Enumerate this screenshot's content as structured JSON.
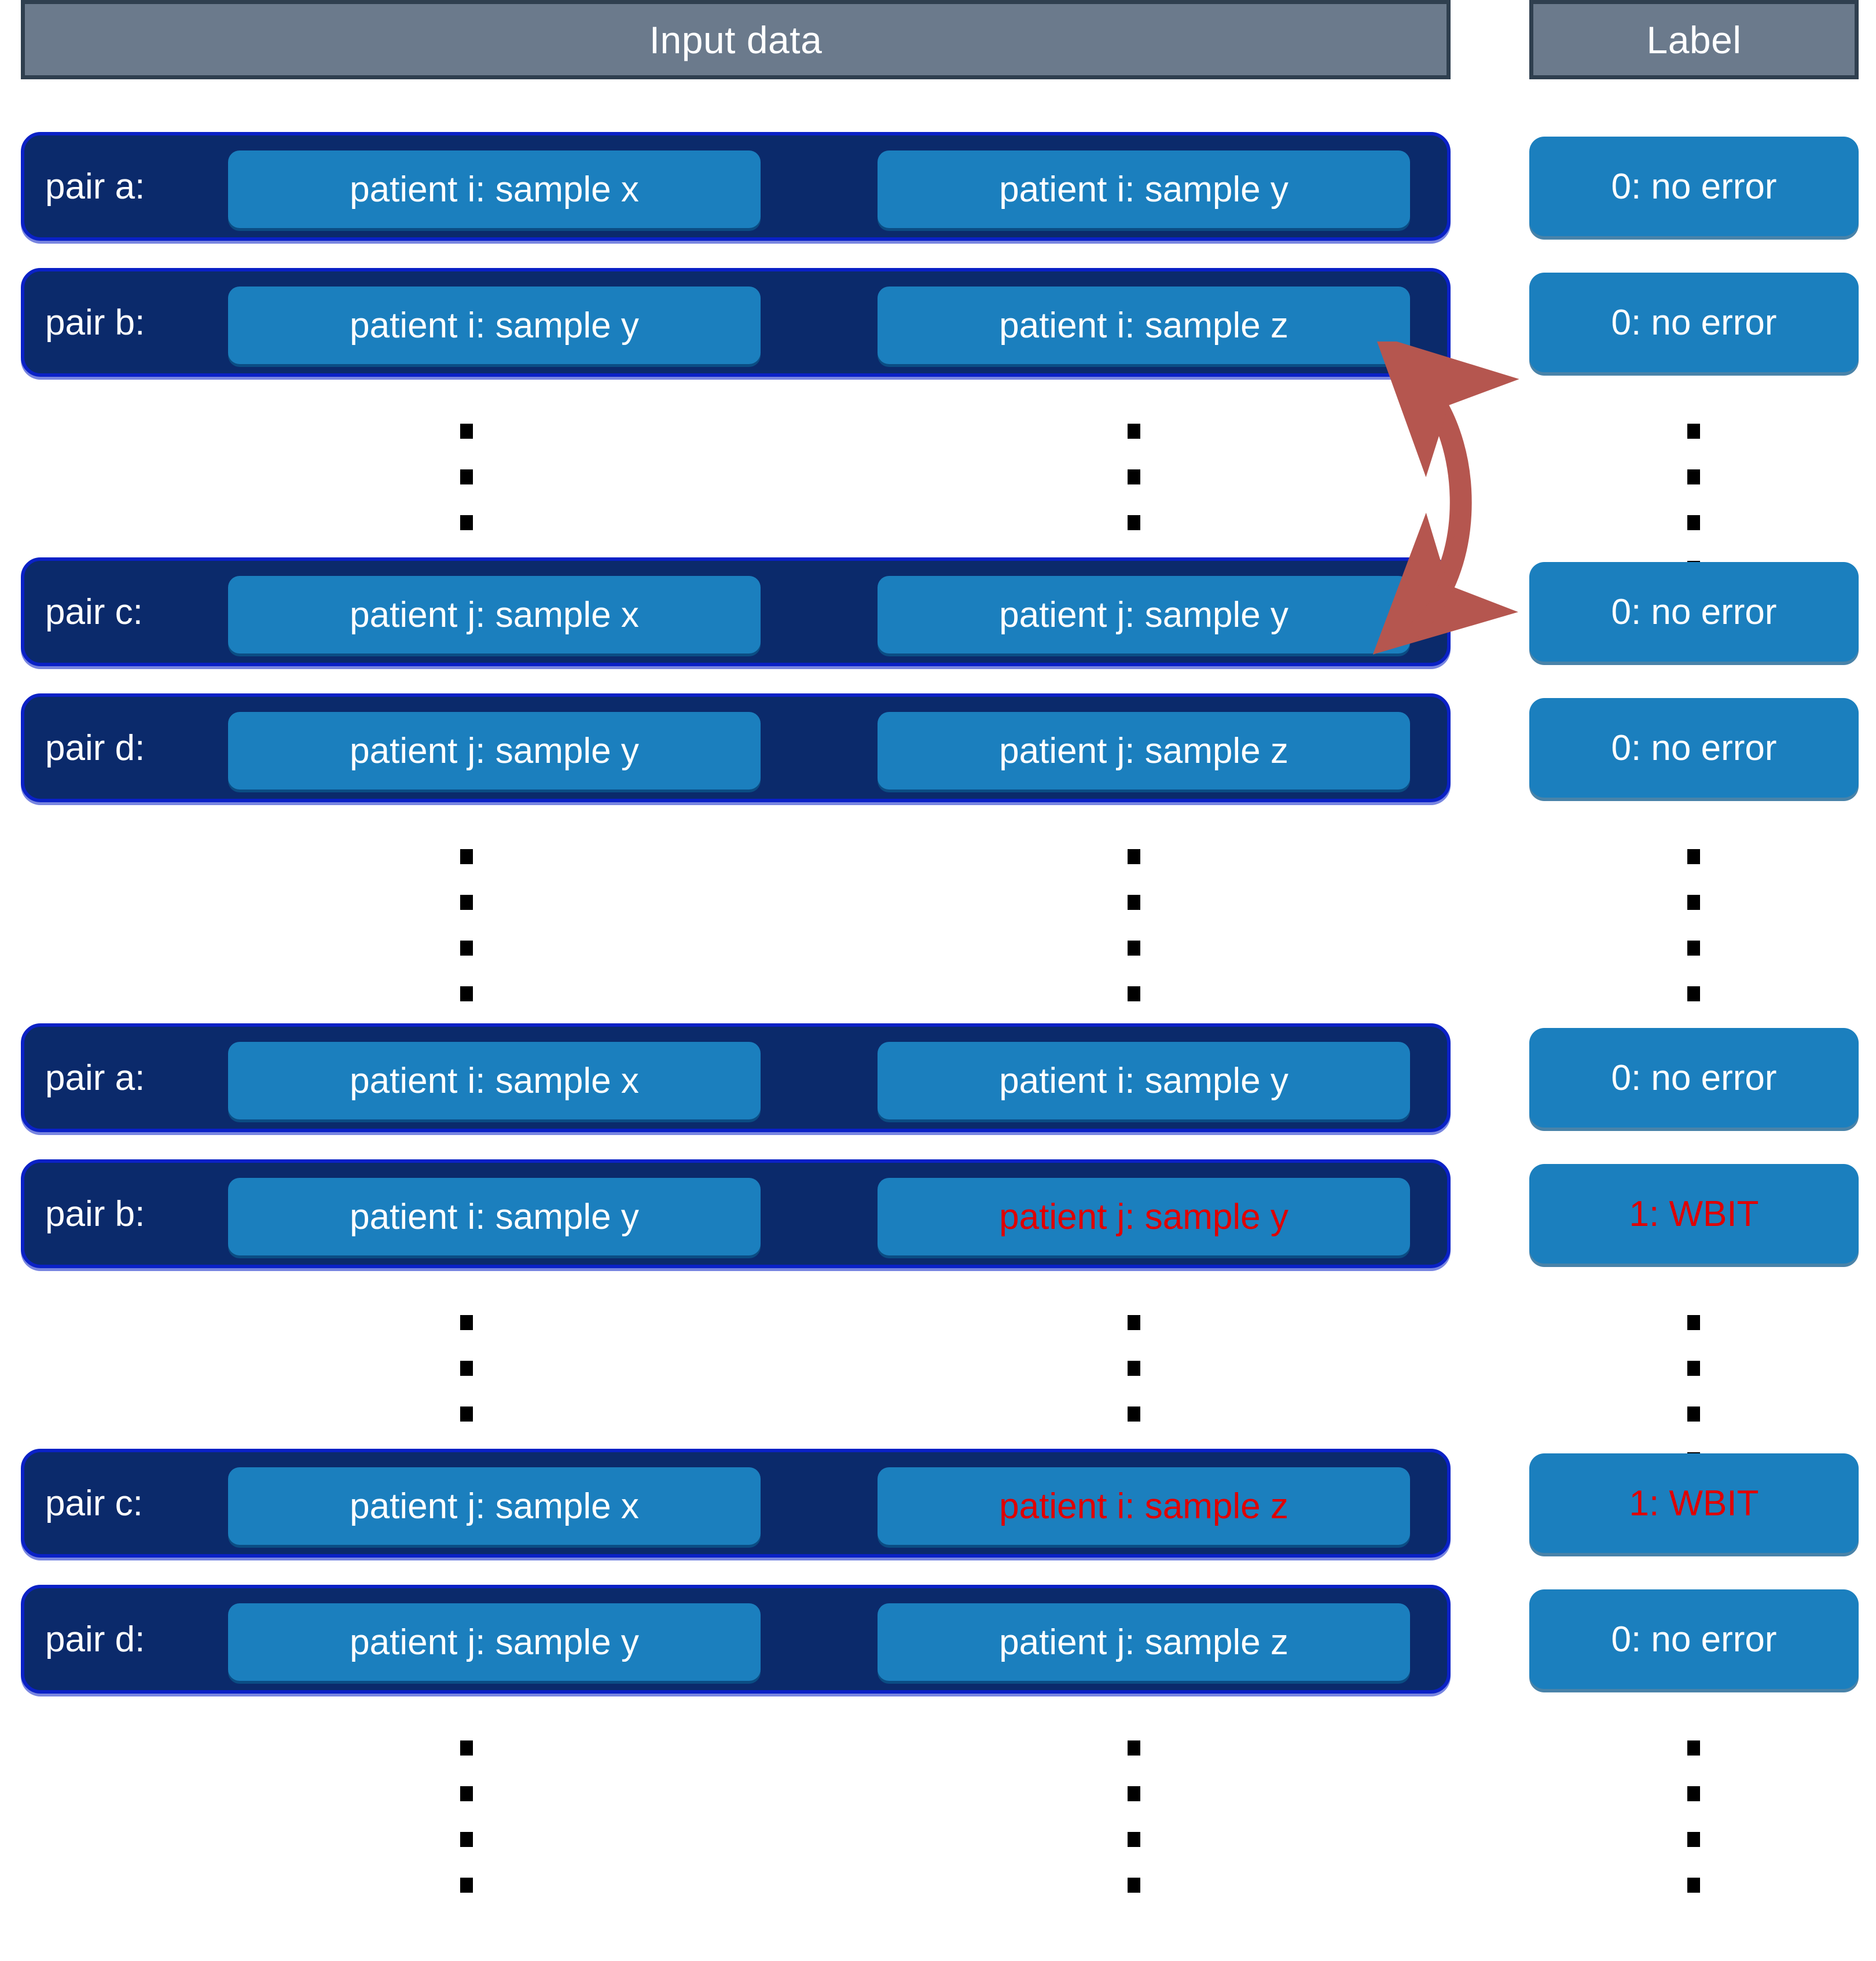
{
  "headers": {
    "input_data": "Input data",
    "label": "Label"
  },
  "colors": {
    "header_fill": "#6b7a8c",
    "header_border": "#2f3f4f",
    "row_fill": "#0b2a6b",
    "row_border": "#0a21c6",
    "sample_fill": "#1b7fbe",
    "text": "#ffffff",
    "error_text": "#e00000",
    "arrow": "#b5564f",
    "dots": "#000000"
  },
  "groups": [
    {
      "name": "correct-pairs-group",
      "rows": [
        {
          "kind": "pair",
          "pair_label": "pair a:",
          "sample_left": "patient i: sample x",
          "sample_right": "patient i: sample y",
          "label": "0: no error",
          "left_error": false,
          "right_error": false,
          "label_error": false
        },
        {
          "kind": "pair",
          "pair_label": "pair b:",
          "sample_left": "patient i: sample y",
          "sample_right": "patient i: sample z",
          "label": "0: no error",
          "left_error": false,
          "right_error": false,
          "label_error": false
        },
        {
          "kind": "ellipsis"
        },
        {
          "kind": "pair",
          "pair_label": "pair c:",
          "sample_left": "patient j: sample x",
          "sample_right": "patient j: sample y",
          "label": "0: no error",
          "left_error": false,
          "right_error": false,
          "label_error": false
        },
        {
          "kind": "pair",
          "pair_label": "pair d:",
          "sample_left": "patient j: sample y",
          "sample_right": "patient j: sample z",
          "label": "0: no error",
          "left_error": false,
          "right_error": false,
          "label_error": false
        },
        {
          "kind": "ellipsis"
        }
      ]
    },
    {
      "name": "wbit-pairs-group",
      "rows": [
        {
          "kind": "pair",
          "pair_label": "pair a:",
          "sample_left": "patient i: sample x",
          "sample_right": "patient i: sample y",
          "label": "0: no error",
          "left_error": false,
          "right_error": false,
          "label_error": false
        },
        {
          "kind": "pair",
          "pair_label": "pair b:",
          "sample_left": "patient i: sample y",
          "sample_right": "patient j: sample y",
          "label": "1: WBIT",
          "left_error": false,
          "right_error": true,
          "label_error": true
        },
        {
          "kind": "ellipsis"
        },
        {
          "kind": "pair",
          "pair_label": "pair c:",
          "sample_left": "patient j: sample x",
          "sample_right": "patient i: sample z",
          "label": "1: WBIT",
          "left_error": false,
          "right_error": true,
          "label_error": true
        },
        {
          "kind": "pair",
          "pair_label": "pair d:",
          "sample_left": "patient j: sample y",
          "sample_right": "patient j: sample z",
          "label": "0: no error",
          "left_error": false,
          "right_error": false,
          "label_error": false
        },
        {
          "kind": "ellipsis"
        }
      ]
    }
  ],
  "annotations": [
    {
      "name": "sample-swap-arrow",
      "type": "double-curved-arrow",
      "from": "pair b: patient i: sample z",
      "to": "pair c: patient j: sample y"
    }
  ]
}
